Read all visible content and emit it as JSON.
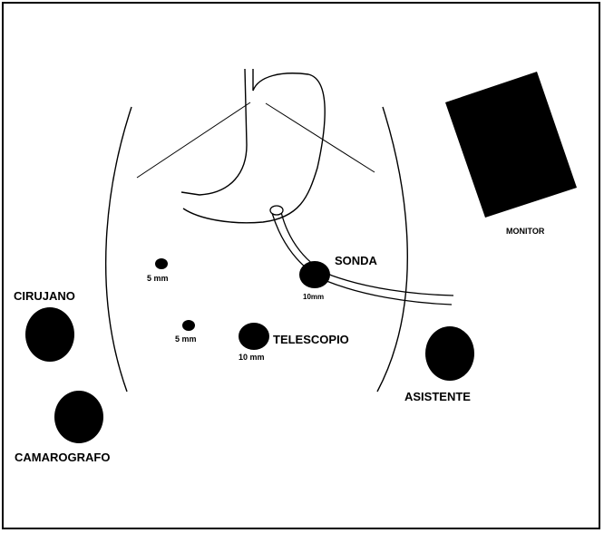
{
  "labels": {
    "monitor": "MONITOR",
    "sonda": "SONDA",
    "sonda_size": "10mm",
    "cirujano": "CIRUJANO",
    "camarografo": "CAMAROGRAFO",
    "asistente": "ASISTENTE",
    "telescopio": "TELESCOPIO",
    "telescopio_size": "10 mm",
    "port_left_upper_size": "5 mm",
    "port_left_lower_size": "5 mm"
  },
  "colors": {
    "ink": "#000000",
    "paper": "#ffffff"
  }
}
